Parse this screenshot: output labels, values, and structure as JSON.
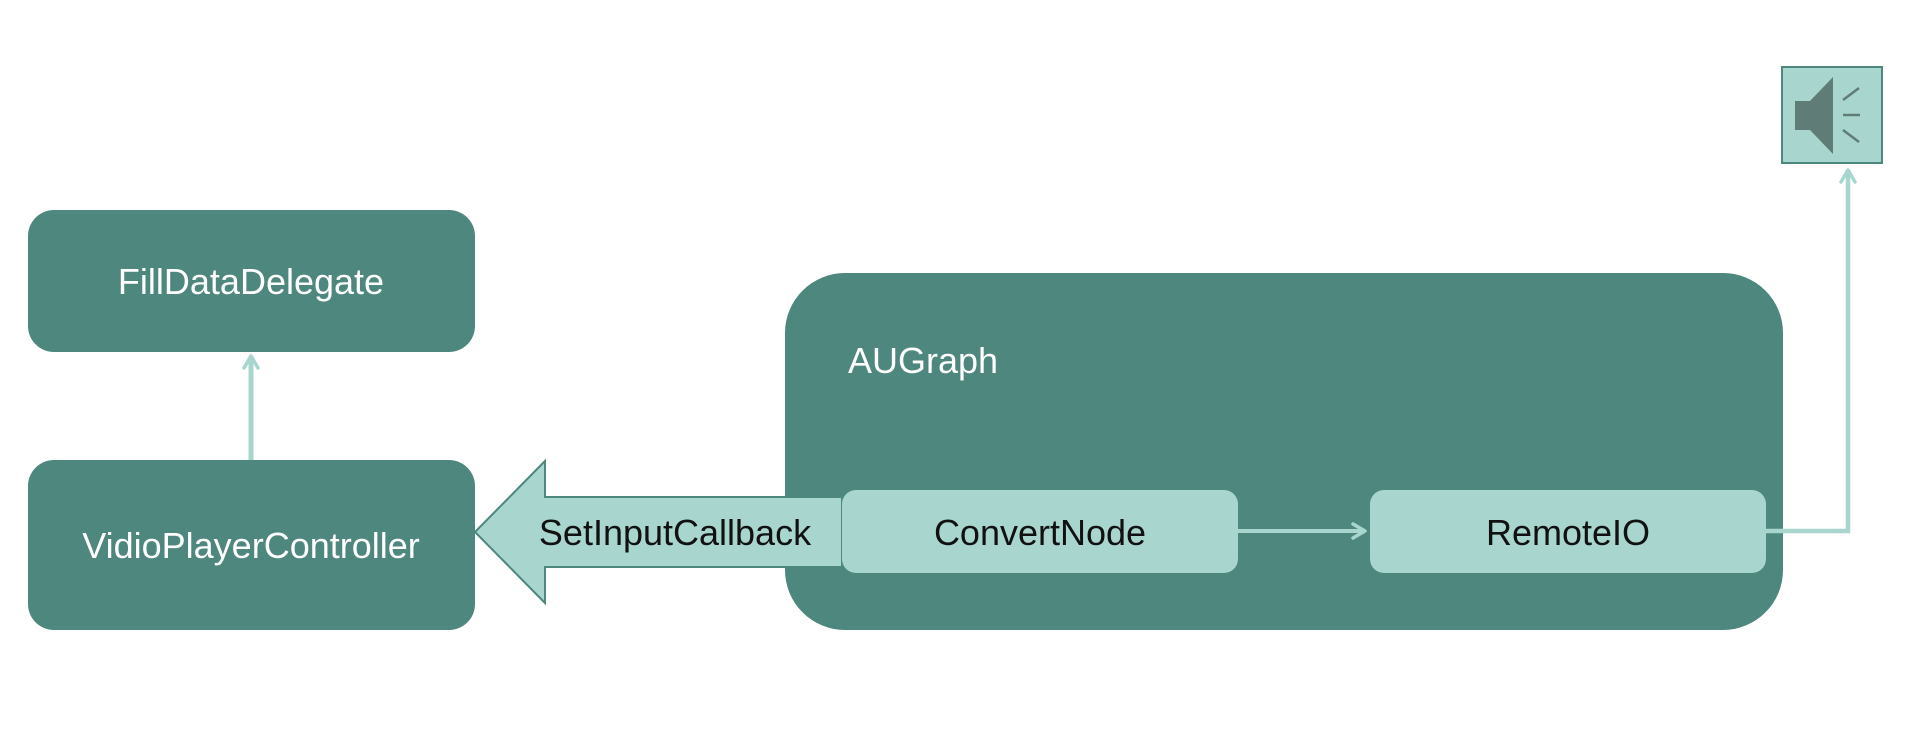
{
  "diagram": {
    "colors": {
      "dark_box": "#4e877e",
      "light_box": "#a8d6cf",
      "connector": "#a8d6cf",
      "outline": "#4e877e",
      "speaker_glyph": "#5f7c76",
      "dark_text": "#ffffff",
      "light_text": "#111111"
    },
    "nodes": {
      "fill_data_delegate": {
        "label": "FillDataDelegate"
      },
      "vidio_player_controller": {
        "label": "VidioPlayerController"
      },
      "augraph": {
        "label": "AUGraph"
      },
      "convert_node": {
        "label": "ConvertNode"
      },
      "remote_io": {
        "label": "RemoteIO"
      },
      "speaker": {
        "icon": "speaker-icon"
      }
    },
    "edges": [
      {
        "from": "VidioPlayerController",
        "to": "FillDataDelegate",
        "label": ""
      },
      {
        "from": "ConvertNode",
        "to": "RemoteIO",
        "label": ""
      },
      {
        "from": "RemoteIO",
        "to": "Speaker",
        "label": ""
      },
      {
        "from": "ConvertNode",
        "to": "VidioPlayerController",
        "label": "SetInputCallback"
      }
    ],
    "callback_arrow": {
      "label": "SetInputCallback"
    }
  }
}
